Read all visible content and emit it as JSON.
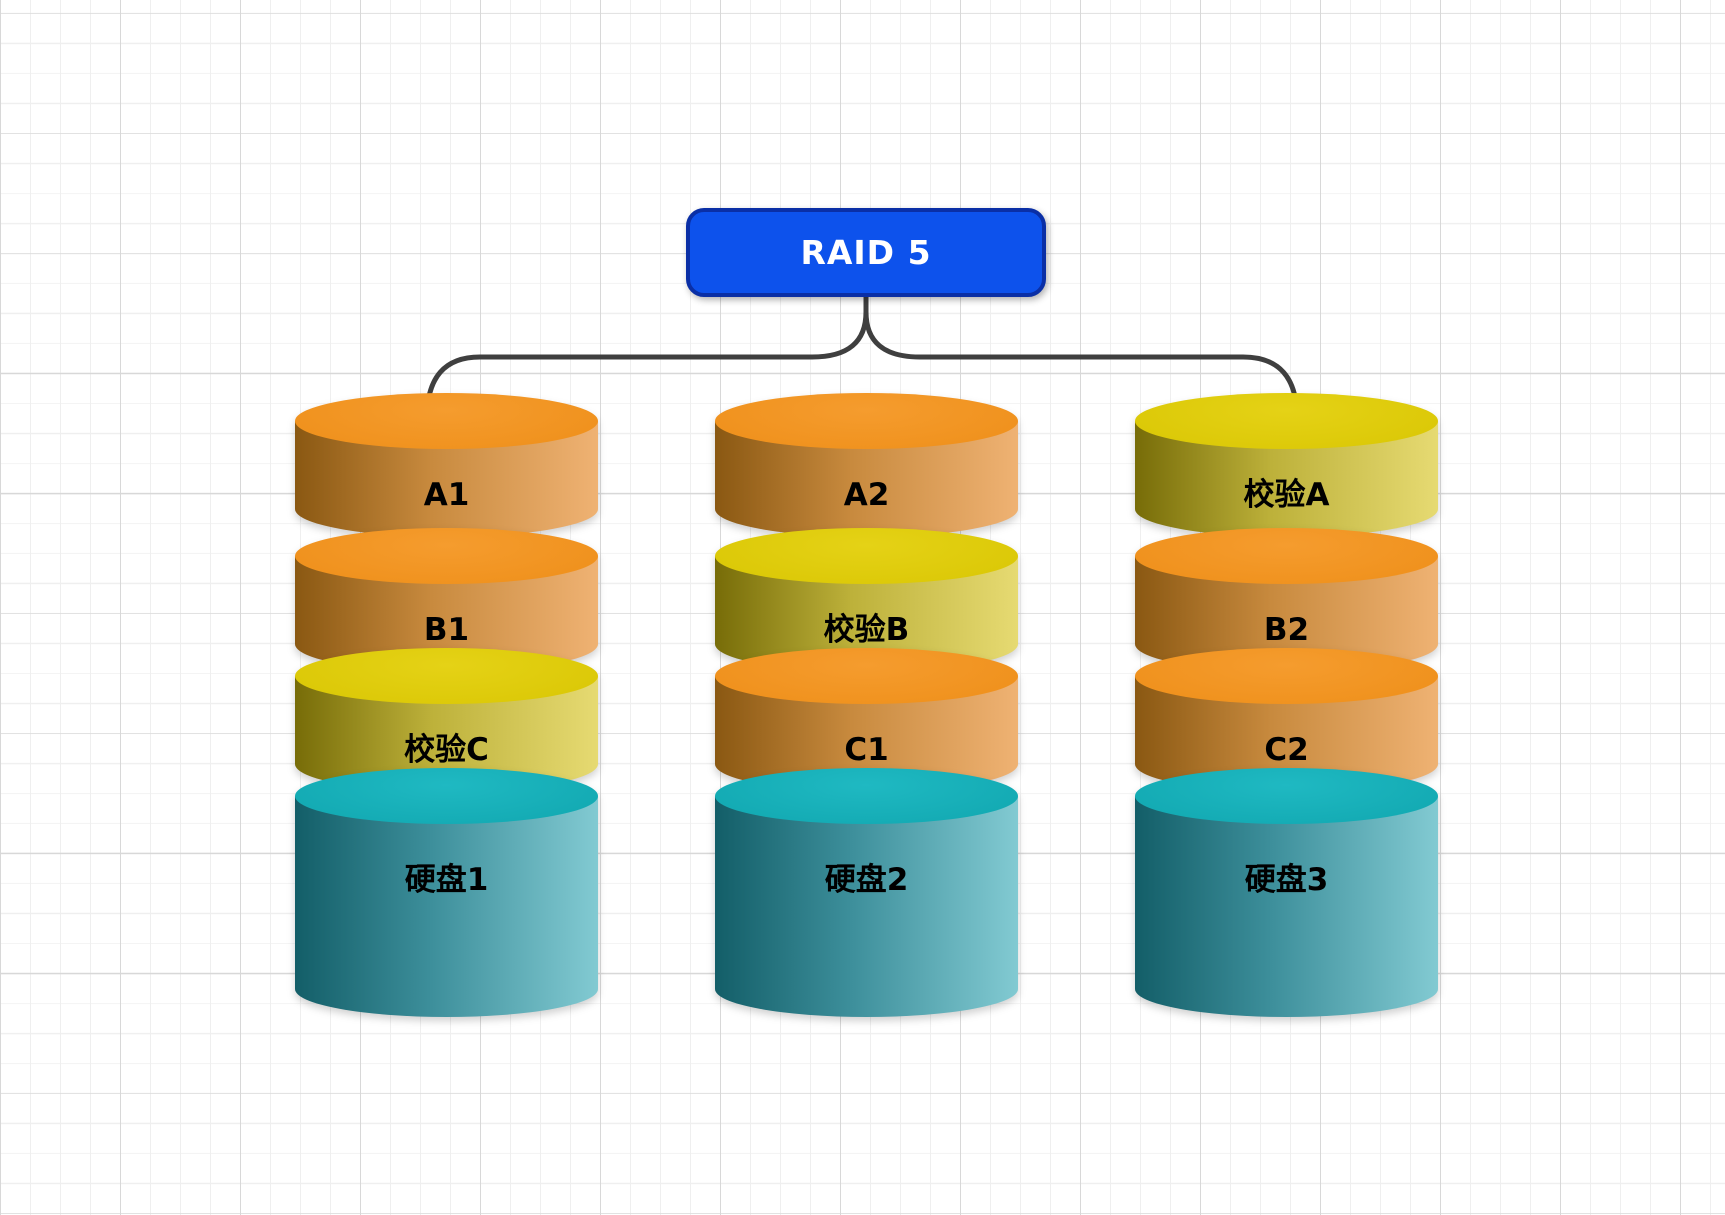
{
  "diagram": {
    "title": "RAID 5",
    "colors": {
      "raid_box_fill": "#0d52ec",
      "raid_box_border": "#0a2fa6",
      "data_block_orange": "#f0921e",
      "parity_block_yellow": "#dcc908",
      "disk_cylinder_teal": "#14abb4",
      "connector_line": "#3f3f3f",
      "label_text": "#000000"
    },
    "disks": [
      {
        "name": "硬盘1",
        "blocks": [
          {
            "label": "A1",
            "type": "data"
          },
          {
            "label": "B1",
            "type": "data"
          },
          {
            "label": "校验C",
            "type": "parity"
          }
        ]
      },
      {
        "name": "硬盘2",
        "blocks": [
          {
            "label": "A2",
            "type": "data"
          },
          {
            "label": "校验B",
            "type": "parity"
          },
          {
            "label": "C1",
            "type": "data"
          }
        ]
      },
      {
        "name": "硬盘3",
        "blocks": [
          {
            "label": "校验A",
            "type": "parity"
          },
          {
            "label": "B2",
            "type": "data"
          },
          {
            "label": "C2",
            "type": "data"
          }
        ]
      }
    ]
  }
}
